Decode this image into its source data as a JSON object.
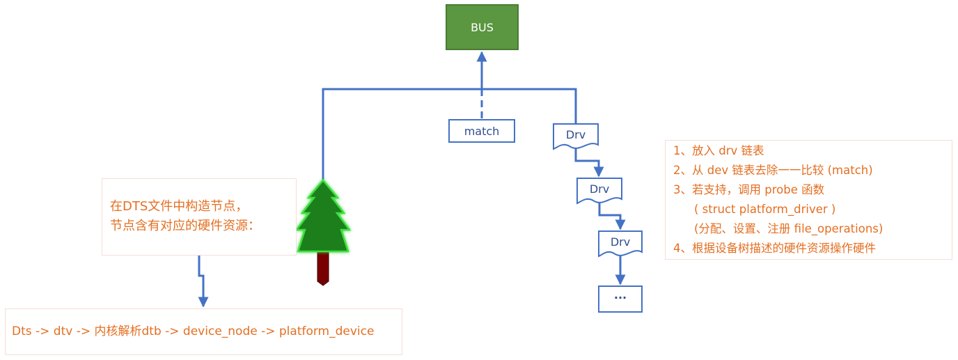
{
  "diagram": {
    "bus_label": "BUS",
    "match_label": "match",
    "drv_labels": [
      "Drv",
      "Drv",
      "Drv",
      "..."
    ],
    "colors": {
      "bus_fill": "#5b9640",
      "line_blue": "#4472c4",
      "text_blue": "#2e4f8f",
      "note_text": "#e46f22",
      "tree_green": "#1a7f1a",
      "tree_glow": "#3ee03e",
      "trunk": "#7a0000"
    }
  },
  "notes": {
    "dts_note": {
      "lines": [
        "在DTS文件中构造节点，",
        "节点含有对应的硬件资源："
      ]
    },
    "pipeline_note": {
      "text": "Dts -> dtv -> 内核解析dtb -> device_node -> platform_device"
    },
    "steps_note": {
      "lines": [
        "1、放入 drv 链表",
        "2、从 dev 链表去除一一比较 (match)",
        "3、若支持，调用 probe 函数",
        "( struct platform_driver )",
        "(分配、设置、注册 file_operations)",
        "4、根据设备树描述的硬件资源操作硬件"
      ]
    }
  }
}
